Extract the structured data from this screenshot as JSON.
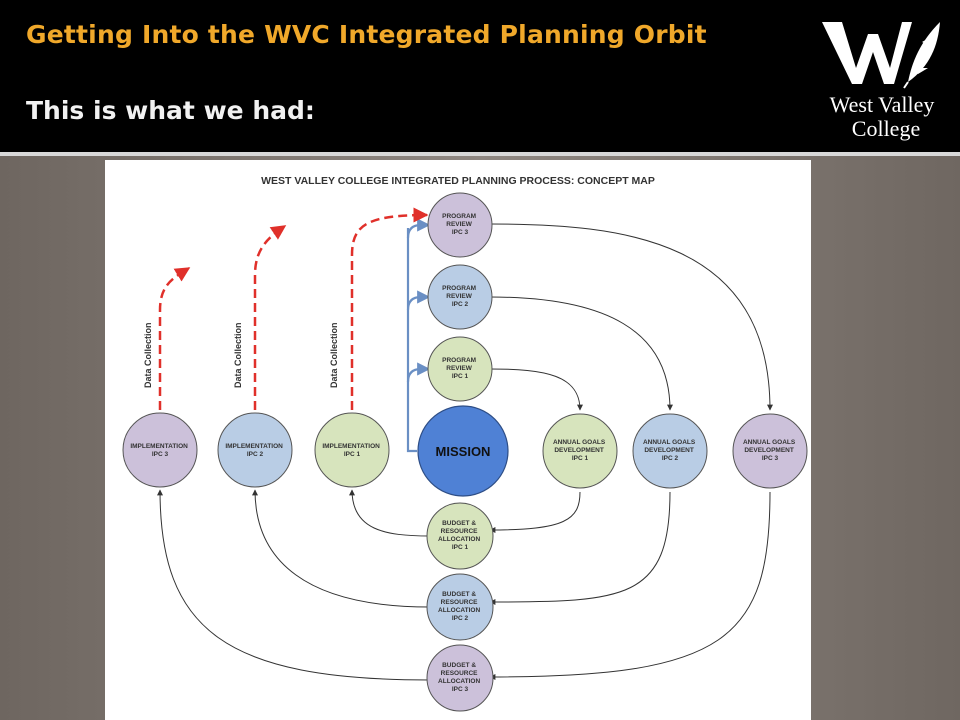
{
  "slide": {
    "title": "Getting Into the WVC Integrated Planning Orbit",
    "subtitle": "This is what we had:"
  },
  "logo": {
    "line1": "West Valley",
    "line2": "College"
  },
  "diagram": {
    "title": "WEST VALLEY COLLEGE INTEGRATED PLANNING PROCESS: CONCEPT MAP",
    "data_collection_label": "Data Collection",
    "colors": {
      "ipc1": "#d7e4bd",
      "ipc2": "#b9cde5",
      "ipc3": "#ccc1da",
      "mission": "#4f81d5",
      "red_arrow": "#e0302a",
      "blue_arrow": "#6a8fc4"
    },
    "nodes": {
      "pr3": [
        "PROGRAM",
        "REVIEW",
        "IPC 3"
      ],
      "pr2": [
        "PROGRAM",
        "REVIEW",
        "IPC 2"
      ],
      "pr1": [
        "PROGRAM",
        "REVIEW",
        "IPC 1"
      ],
      "mission": "MISSION",
      "imp3": [
        "IMPLEMENTATION",
        "IPC 3"
      ],
      "imp2": [
        "IMPLEMENTATION",
        "IPC 2"
      ],
      "imp1": [
        "IMPLEMENTATION",
        "IPC 1"
      ],
      "ag1": [
        "ANNUAL GOALS",
        "DEVELOPMENT",
        "IPC 1"
      ],
      "ag2": [
        "ANNUAL GOALS",
        "DEVELOPMENT",
        "IPC 2"
      ],
      "ag3": [
        "ANNUAL GOALS",
        "DEVELOPMENT",
        "IPC 3"
      ],
      "br1": [
        "BUDGET &",
        "RESOURCE",
        "ALLOCATION",
        "IPC 1"
      ],
      "br2": [
        "BUDGET &",
        "RESOURCE",
        "ALLOCATION",
        "IPC 2"
      ],
      "br3": [
        "BUDGET &",
        "RESOURCE",
        "ALLOCATION",
        "IPC 3"
      ]
    }
  }
}
